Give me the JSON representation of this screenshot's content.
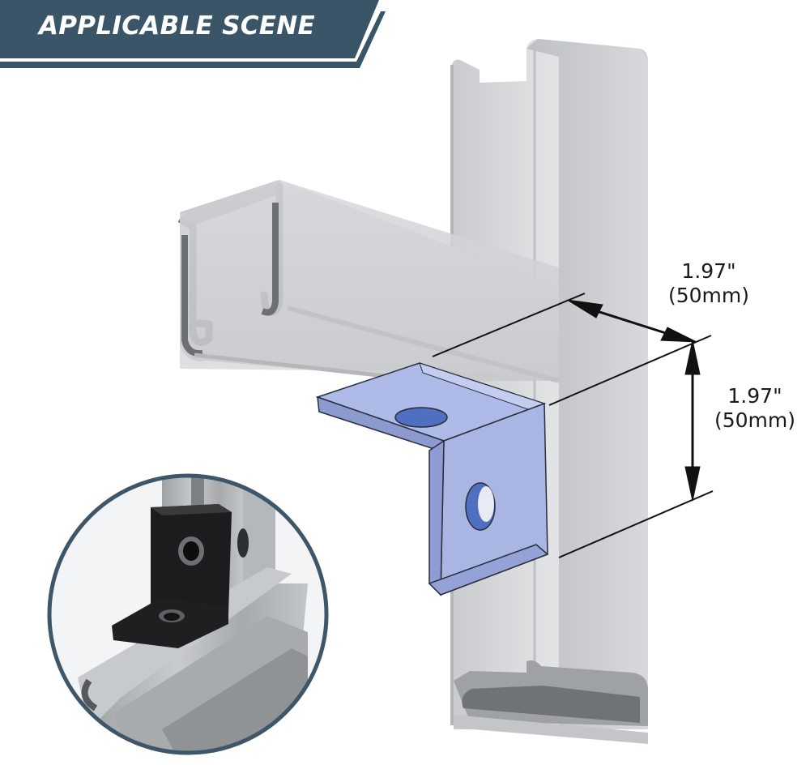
{
  "banner": {
    "title": "APPLICABLE SCENE"
  },
  "dimensions": {
    "depth": {
      "inches": "1.97\"",
      "mm": "(50mm)"
    },
    "height": {
      "inches": "1.97\"",
      "mm": "(50mm)"
    }
  },
  "colors": {
    "banner": "#3a5568",
    "bracket": "#a8b6e6",
    "channel": "#d4d6d9",
    "circle_border": "#3d566a"
  },
  "icons": [
    "strut-channel-illustration",
    "angle-bracket-illustration",
    "dimension-arrow-icon",
    "inset-photo-black-bracket"
  ]
}
